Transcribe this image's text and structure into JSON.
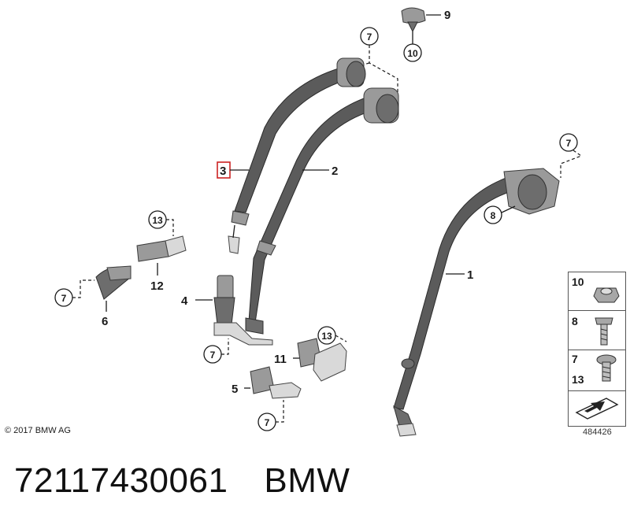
{
  "callouts": {
    "p1": "1",
    "p2": "2",
    "p3": "3",
    "p4": "4",
    "p5": "5",
    "p6": "6",
    "p7": "7",
    "p8": "8",
    "p9": "9",
    "p10": "10",
    "p11": "11",
    "p12": "12",
    "p13": "13"
  },
  "legend": {
    "row1": "10",
    "row2": "8",
    "row3a": "7",
    "row3b": "13"
  },
  "copyright": "© 2017 BMW AG",
  "ref_number": "484426",
  "caption": {
    "part_number": "72117430061",
    "brand": "BMW"
  },
  "colors": {
    "highlight_box": "#cc2222",
    "belt": "#5b5b5b"
  }
}
